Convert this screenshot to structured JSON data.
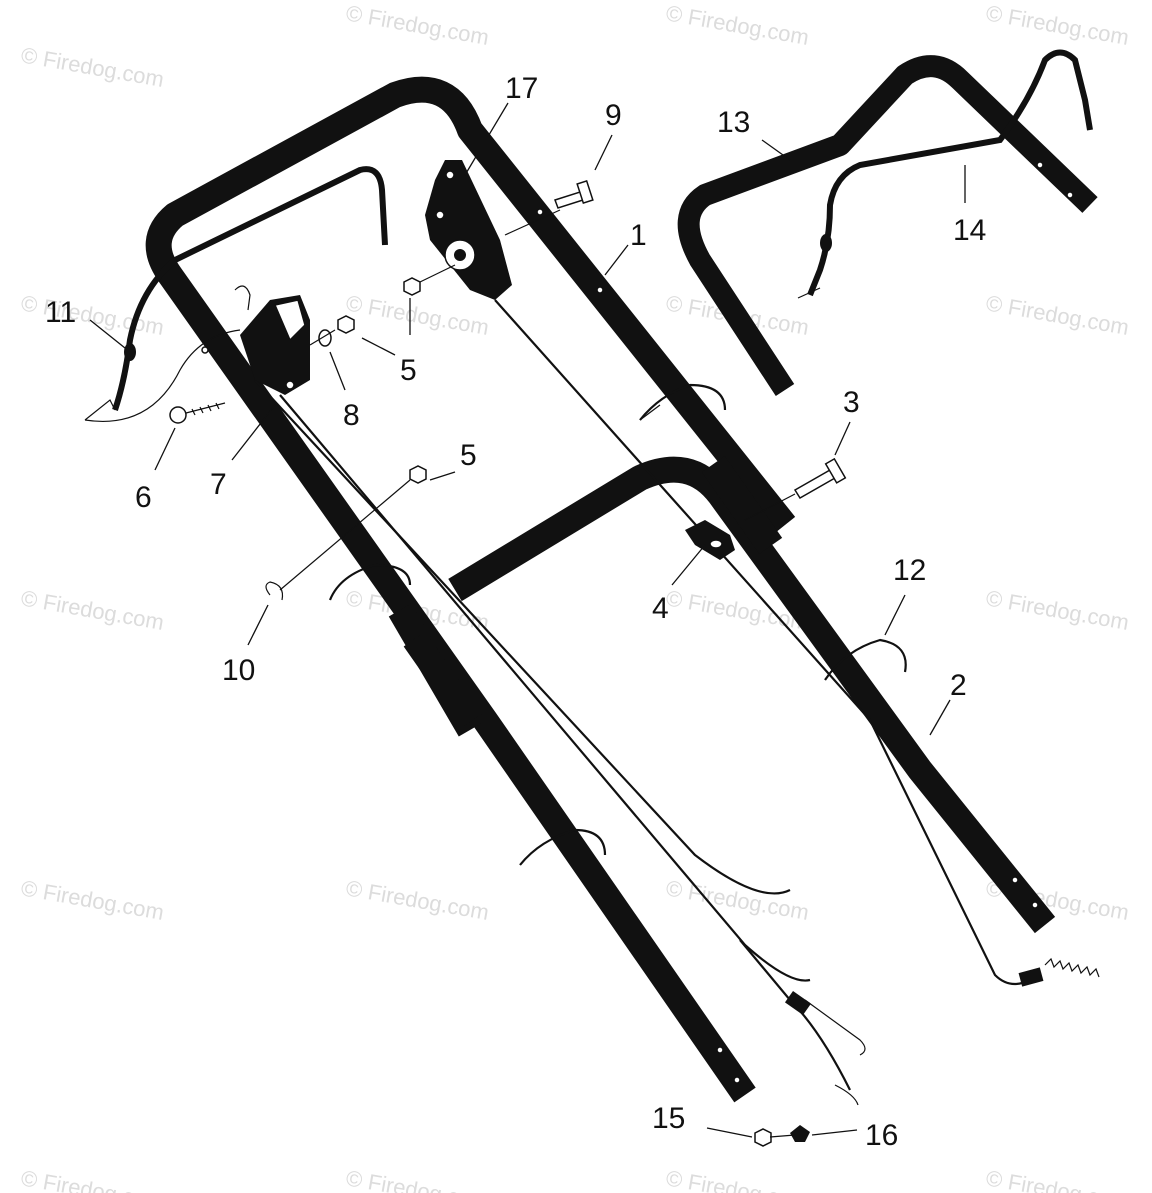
{
  "watermark": {
    "text": "© Firedog.com"
  },
  "callouts": [
    {
      "id": "c1",
      "label": "1"
    },
    {
      "id": "c2",
      "label": "2"
    },
    {
      "id": "c3",
      "label": "3"
    },
    {
      "id": "c4",
      "label": "4"
    },
    {
      "id": "c5a",
      "label": "5"
    },
    {
      "id": "c5b",
      "label": "5"
    },
    {
      "id": "c6",
      "label": "6"
    },
    {
      "id": "c7",
      "label": "7"
    },
    {
      "id": "c8",
      "label": "8"
    },
    {
      "id": "c9",
      "label": "9"
    },
    {
      "id": "c10",
      "label": "10"
    },
    {
      "id": "c11",
      "label": "11"
    },
    {
      "id": "c12",
      "label": "12"
    },
    {
      "id": "c13",
      "label": "13"
    },
    {
      "id": "c14",
      "label": "14"
    },
    {
      "id": "c15",
      "label": "15"
    },
    {
      "id": "c16",
      "label": "16"
    },
    {
      "id": "c17",
      "label": "17"
    }
  ],
  "colors": {
    "ink": "#111111",
    "watermark": "#dcdcdc",
    "background": "#ffffff"
  }
}
